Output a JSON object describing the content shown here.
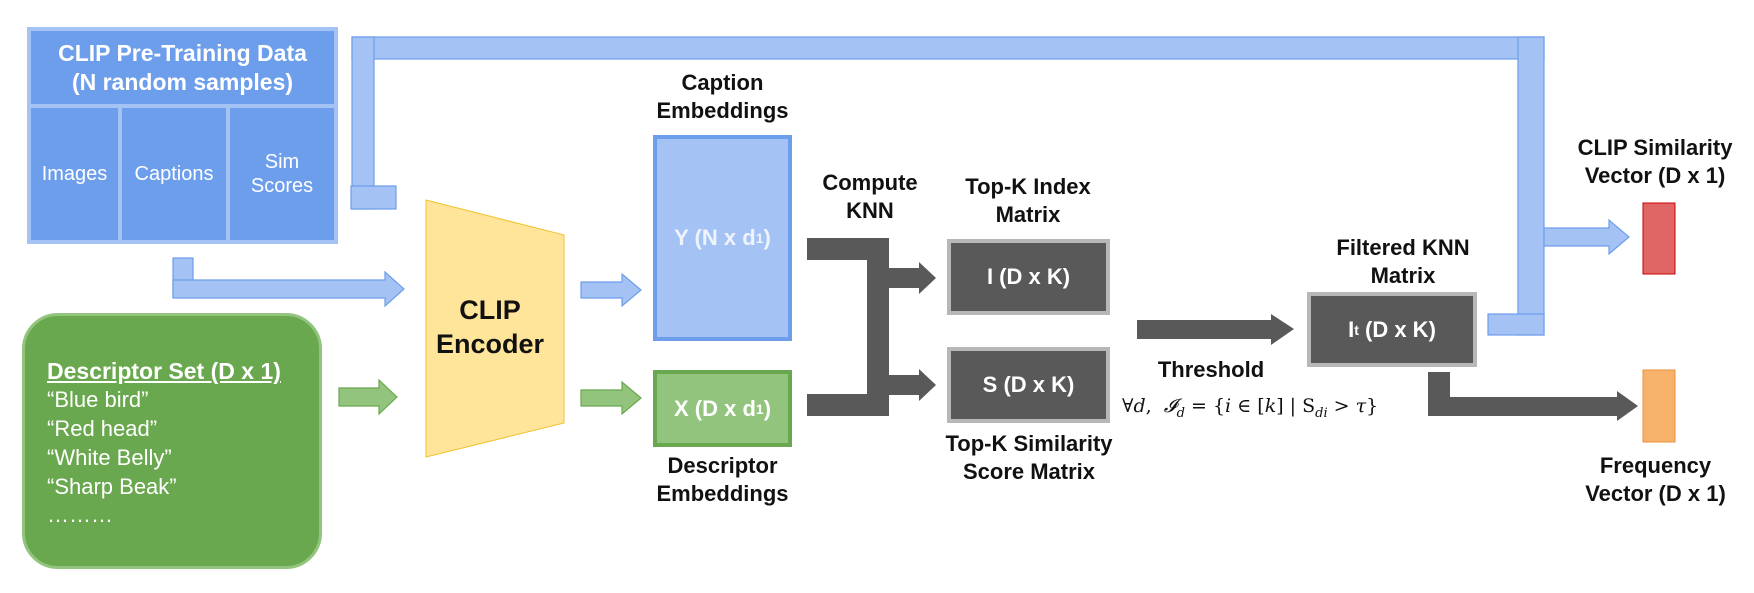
{
  "pretraining": {
    "title_line1": "CLIP Pre-Training Data",
    "title_line2": "(N random samples)",
    "columns": [
      "Images",
      "Captions",
      "Sim",
      "Scores"
    ]
  },
  "descriptor_set": {
    "title": "Descriptor Set (D x 1)",
    "items": [
      "“Blue bird”",
      "“Red head”",
      "“White Belly”",
      "“Sharp Beak”",
      "………"
    ]
  },
  "encoder": {
    "line1": "CLIP",
    "line2": "Encoder"
  },
  "caption_embeddings": {
    "label_line1": "Caption",
    "label_line2": "Embeddings",
    "matrix_text": "Y (N x d",
    "matrix_sub": "1",
    "matrix_close": ")"
  },
  "descriptor_embeddings": {
    "label_line1": "Descriptor",
    "label_line2": "Embeddings",
    "matrix_text": "X (D x d",
    "matrix_sub": "1",
    "matrix_close": ")"
  },
  "knn": {
    "line1": "Compute",
    "line2": "KNN"
  },
  "topk_index": {
    "label_line1": "Top-K Index",
    "label_line2": "Matrix",
    "matrix": "I (D x K)"
  },
  "topk_sim": {
    "label_line1": "Top-K Similarity",
    "label_line2": "Score Matrix",
    "matrix": "S (D x K)"
  },
  "threshold": {
    "label": "Threshold"
  },
  "filtered": {
    "label_line1": "Filtered KNN",
    "label_line2": "Matrix",
    "matrix_text": "I",
    "matrix_sub": "t",
    "matrix_rest": " (D x K)"
  },
  "clip_sim_vector": {
    "label_line1": "CLIP Similarity",
    "label_line2": "Vector (D x 1)"
  },
  "frequency_vector": {
    "label_line1": "Frequency",
    "label_line2": "Vector (D x 1)"
  },
  "colors": {
    "blue_dark": "#6d9eeb",
    "blue_light": "#a4c2f4",
    "green_dark": "#6aa84f",
    "green_light": "#93c47d",
    "yellow": "#ffe599",
    "gray": "#595959",
    "red": "#e06666",
    "orange": "#f6b26b"
  }
}
